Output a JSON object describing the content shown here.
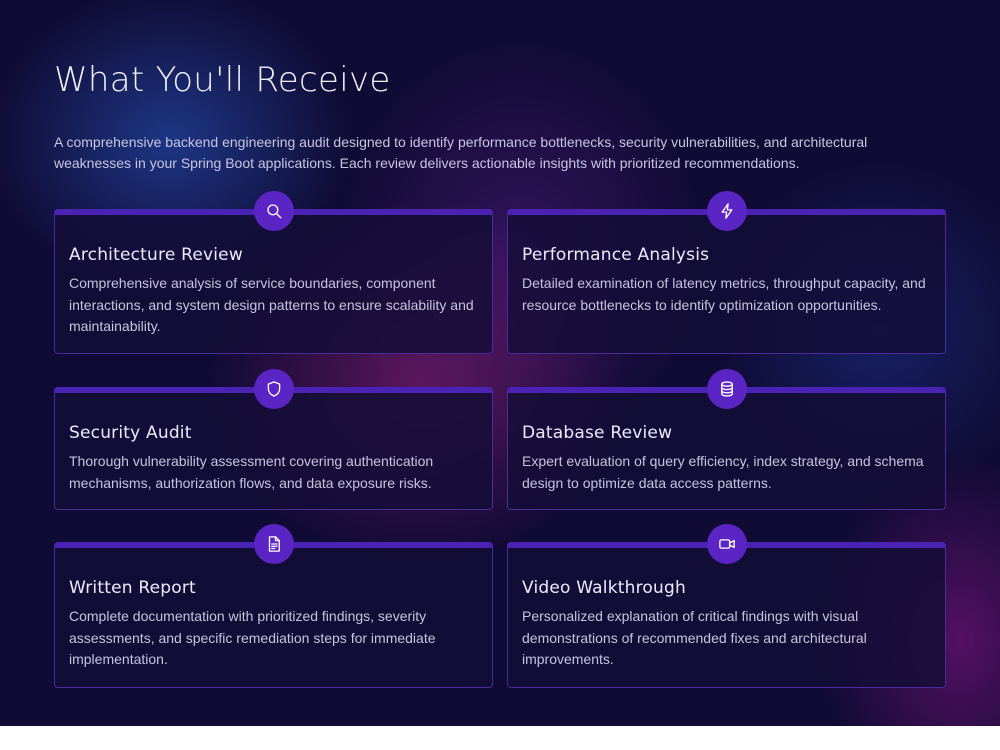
{
  "section": {
    "title": "What You'll Receive",
    "intro": "A comprehensive backend engineering audit designed to identify performance bottlenecks, security vulnerabilities, and architectural weaknesses in your Spring Boot applications. Each review delivers actionable insights with prioritized recommendations."
  },
  "colors": {
    "background": "#100b34",
    "accent": "#5b24c4",
    "card_border": "#4a2c9a"
  },
  "cards": [
    {
      "icon": "search-icon",
      "title": "Architecture Review",
      "description": "Comprehensive analysis of service boundaries, component interactions, and system design patterns to ensure scalability and maintainability."
    },
    {
      "icon": "lightning-icon",
      "title": "Performance Analysis",
      "description": "Detailed examination of latency metrics, throughput capacity, and resource bottlenecks to identify optimization opportunities."
    },
    {
      "icon": "shield-icon",
      "title": "Security Audit",
      "description": "Thorough vulnerability assessment covering authentication mechanisms, authorization flows, and data exposure risks."
    },
    {
      "icon": "database-icon",
      "title": "Database Review",
      "description": "Expert evaluation of query efficiency, index strategy, and schema design to optimize data access patterns."
    },
    {
      "icon": "document-icon",
      "title": "Written Report",
      "description": "Complete documentation with prioritized findings, severity assessments, and specific remediation steps for immediate implementation."
    },
    {
      "icon": "video-camera-icon",
      "title": "Video Walkthrough",
      "description": "Personalized explanation of critical findings with visual demonstrations of recommended fixes and architectural improvements."
    }
  ]
}
